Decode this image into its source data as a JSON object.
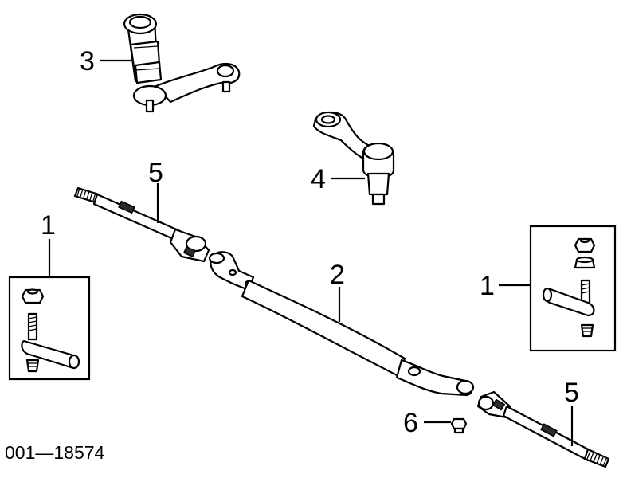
{
  "diagram": {
    "callouts": {
      "c1_left": "1",
      "c1_right": "1",
      "c2": "2",
      "c3": "3",
      "c4": "4",
      "c5_top": "5",
      "c5_bottom": "5",
      "c6": "6"
    },
    "figure_code": "001—18574"
  }
}
